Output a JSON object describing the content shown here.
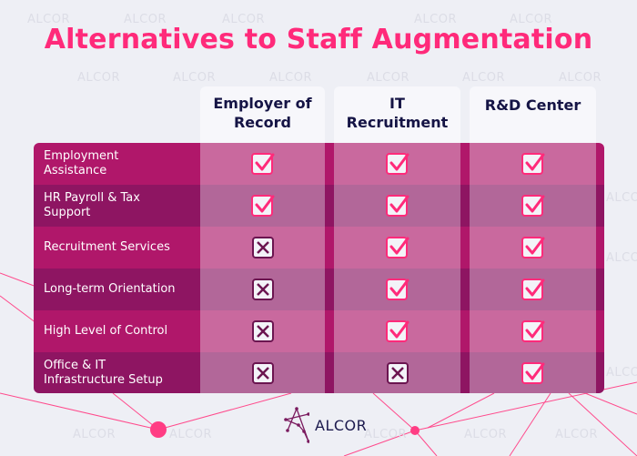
{
  "title": "Alternatives to Staff Augmentation",
  "columns": [
    {
      "line1": "Employer of",
      "line2": "Record"
    },
    {
      "line1": "IT",
      "line2": "Recruitment"
    },
    {
      "line1": "R&D Center",
      "line2": ""
    }
  ],
  "rows": [
    {
      "label1": "Employment",
      "label2": "Assistance",
      "values": [
        "check",
        "check",
        "check"
      ]
    },
    {
      "label1": "HR Payroll & Tax",
      "label2": "Support",
      "values": [
        "check",
        "check",
        "check"
      ]
    },
    {
      "label1": "Recruitment Services",
      "label2": "",
      "values": [
        "cross",
        "check",
        "check"
      ]
    },
    {
      "label1": "Long-term Orientation",
      "label2": "",
      "values": [
        "cross",
        "check",
        "check"
      ]
    },
    {
      "label1": "High Level of Control",
      "label2": "",
      "values": [
        "cross",
        "check",
        "check"
      ]
    },
    {
      "label1": "Office & IT",
      "label2": "Infrastructure Setup",
      "values": [
        "cross",
        "cross",
        "check"
      ]
    }
  ],
  "icons": {
    "check": "check-icon",
    "cross": "cross-icon"
  },
  "logo": {
    "text": "ALCOR"
  },
  "watermark_text": "ALCOR",
  "colors": {
    "title": "#ff2a7a",
    "header_text": "#151445",
    "label_row_light": "#b0176a",
    "label_row_dark": "#8e1562",
    "cell_light": "#c9699e",
    "cell_dark": "#b26799",
    "check": "#ff2a7a",
    "cross": "#6b1550",
    "background": "#eeeff5"
  }
}
